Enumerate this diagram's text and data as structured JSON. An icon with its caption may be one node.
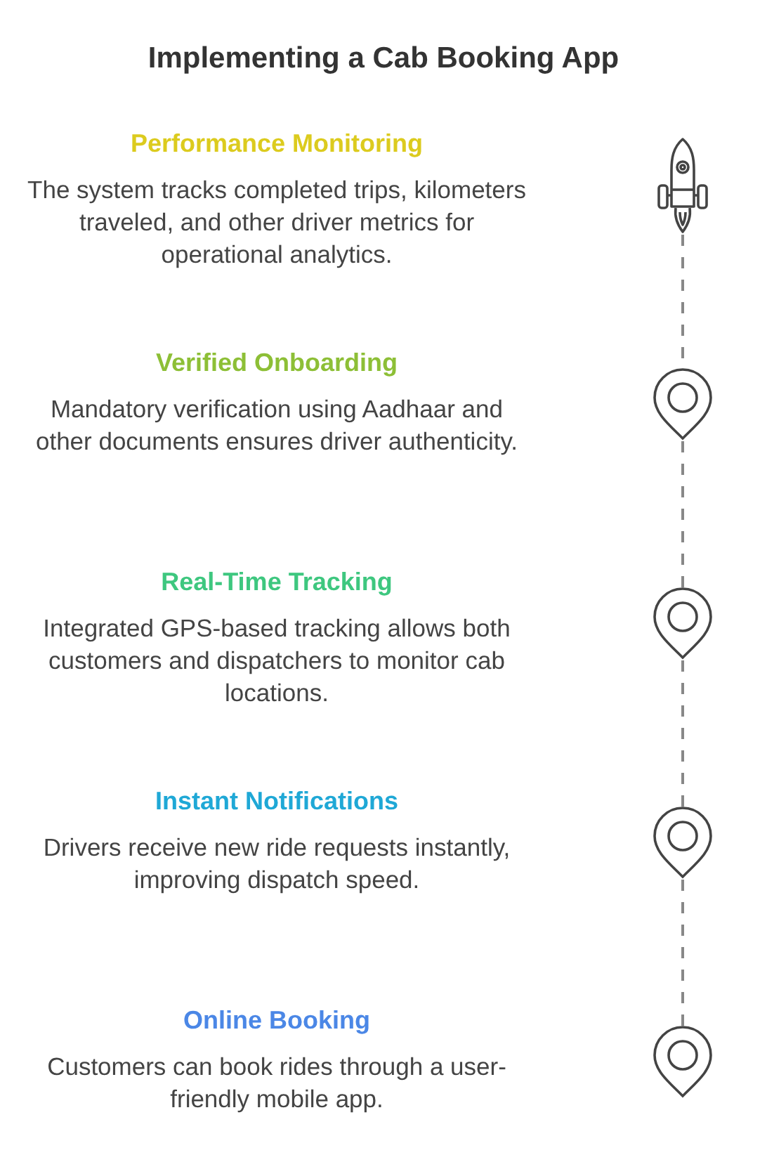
{
  "diagram": {
    "title": "Implementing a Cab Booking App",
    "nodes": [
      {
        "text": [],
        "shape": "rocket",
        "beside": [
          "Performance Monitoring",
          "The system tracks completed trips, kilometers traveled, and other driver metrics for operational analytics."
        ]
      },
      {
        "text": [],
        "shape": "pin",
        "beside": [
          "Verified Onboarding",
          "Mandatory verification using Aadhaar and other documents ensures driver authenticity."
        ]
      },
      {
        "text": [],
        "shape": "pin",
        "beside": [
          "Real-Time Tracking",
          "Integrated GPS-based tracking allows both customers and dispatchers to monitor cab locations."
        ]
      },
      {
        "text": [],
        "shape": "pin",
        "beside": [
          "Instant Notifications",
          "Drivers receive new ride requests instantly, improving dispatch speed."
        ]
      },
      {
        "text": [],
        "shape": "pin",
        "beside": [
          "Online Booking",
          "Customers can book rides through a user-friendly mobile app."
        ]
      }
    ],
    "edges": [
      {
        "from": 0,
        "to": 1,
        "arrow": "none",
        "style": "dashed"
      },
      {
        "from": 1,
        "to": 2,
        "arrow": "none",
        "style": "dashed"
      },
      {
        "from": 2,
        "to": 3,
        "arrow": "none",
        "style": "dashed"
      },
      {
        "from": 3,
        "to": 4,
        "arrow": "none",
        "style": "dashed"
      }
    ]
  }
}
